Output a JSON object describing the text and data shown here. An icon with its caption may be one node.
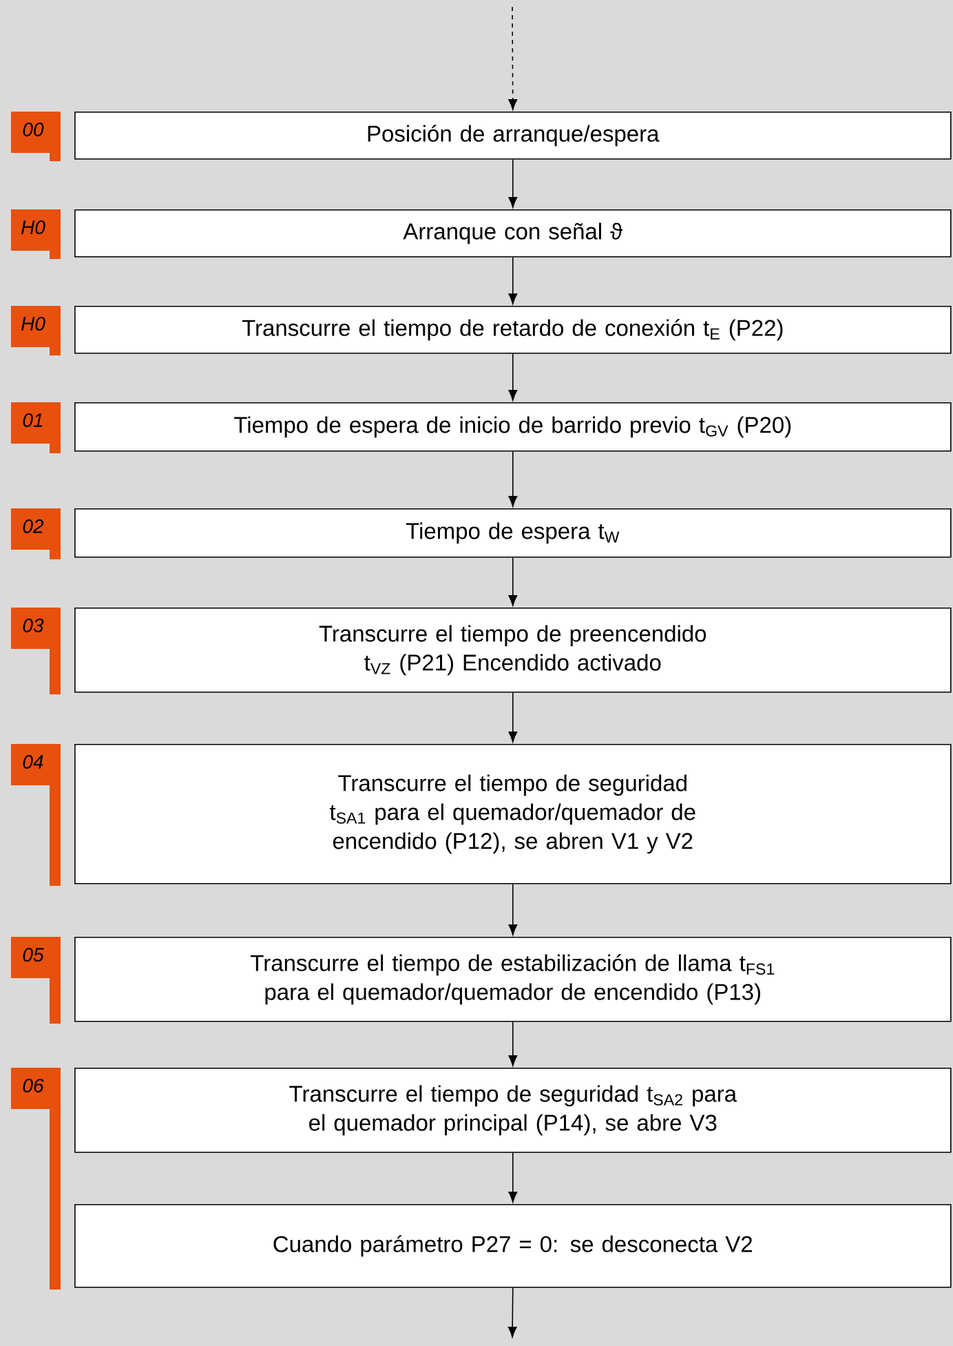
{
  "diagram": {
    "nodes": [
      {
        "text": [
          "Posición de arranque/espera"
        ],
        "beside": [
          "00"
        ]
      },
      {
        "text": [
          "Arranque con señal ϑ"
        ],
        "beside": [
          "H0"
        ]
      },
      {
        "text": [
          "Transcurre el tiempo de retardo de conexión t$_{E}$ (P22)"
        ],
        "beside": [
          "H0"
        ]
      },
      {
        "text": [
          "Tiempo de espera de inicio de barrido previo t$_{GV}$ (P20)"
        ],
        "beside": [
          "01"
        ]
      },
      {
        "text": [
          "Tiempo de espera t$_{W}$"
        ],
        "beside": [
          "02"
        ]
      },
      {
        "text": [
          "Transcurre el tiempo de preencendido t$_{VZ}$ (P21) Encendido activado"
        ],
        "beside": [
          "03"
        ]
      },
      {
        "text": [
          "Transcurre el tiempo de seguridad t$_{SA1}$ para el quemador/quemador de encendido (P12), se abren V1 y V2"
        ],
        "beside": [
          "04"
        ]
      },
      {
        "text": [
          "Transcurre el tiempo de estabilización de llama t$_{FS1}$ para el quemador/quemador de encendido (P13)"
        ],
        "beside": [
          "05"
        ]
      },
      {
        "text": [
          "Transcurre el tiempo de seguridad t$_{SA2}$ para el quemador principal (P14), se abre V3"
        ],
        "beside": [
          "06"
        ]
      },
      {
        "text": [
          "Cuando parámetro P27 = 0: se desconecta V2"
        ]
      }
    ],
    "edges": [
      {
        "from": null,
        "to": 0,
        "arrow": "to",
        "style": "dashed"
      },
      {
        "from": 0,
        "to": 1,
        "arrow": "to"
      },
      {
        "from": 1,
        "to": 2,
        "arrow": "to"
      },
      {
        "from": 2,
        "to": 3,
        "arrow": "to"
      },
      {
        "from": 3,
        "to": 4,
        "arrow": "to"
      },
      {
        "from": 4,
        "to": 5,
        "arrow": "to"
      },
      {
        "from": 5,
        "to": 6,
        "arrow": "to"
      },
      {
        "from": 6,
        "to": 7,
        "arrow": "to"
      },
      {
        "from": 7,
        "to": 8,
        "arrow": "to"
      },
      {
        "from": 8,
        "to": 9,
        "arrow": "to"
      },
      {
        "from": 9,
        "to": null,
        "arrow": "to"
      }
    ]
  }
}
